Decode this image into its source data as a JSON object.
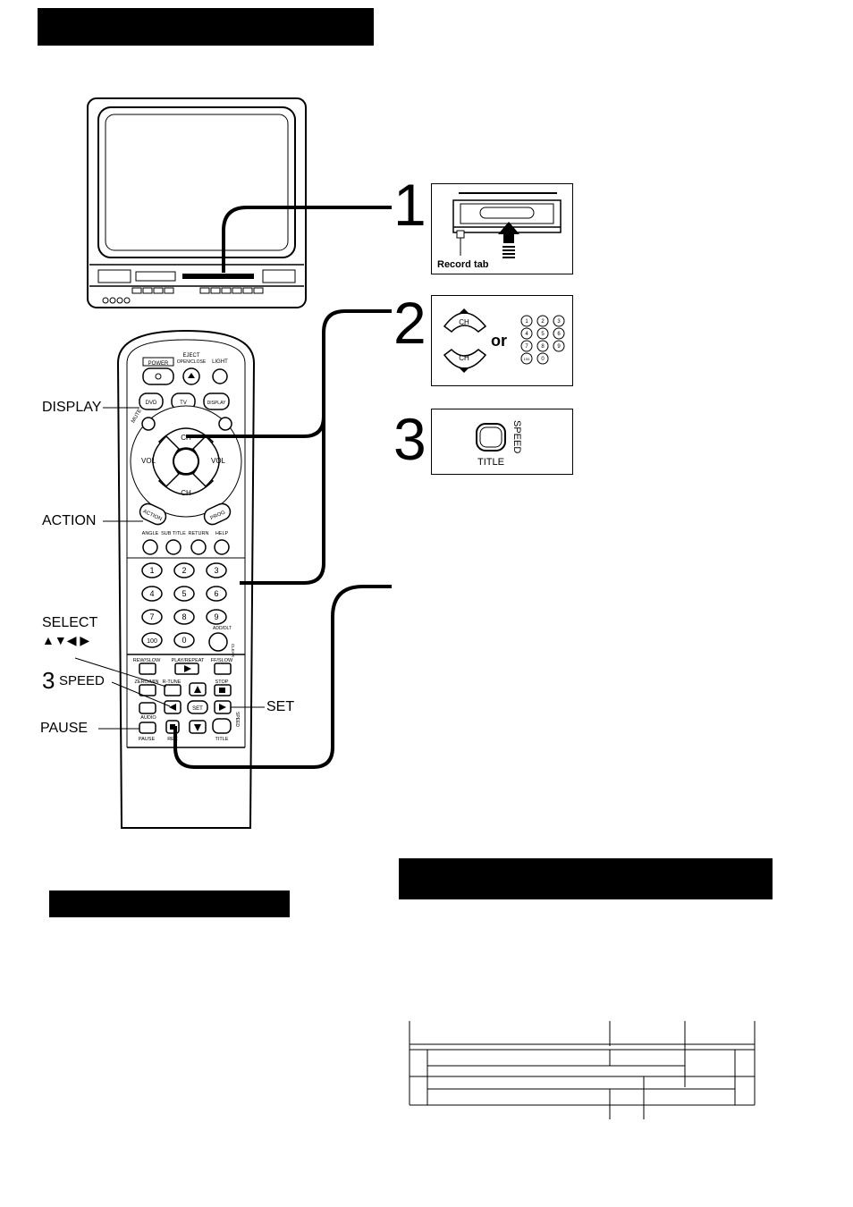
{
  "labels": {
    "display": "DISPLAY",
    "action": "ACTION",
    "select": "SELECT",
    "select_arrows": "▲▼◀ ▶",
    "speed_num": "3",
    "speed": "SPEED",
    "pause": "PAUSE",
    "set": "SET"
  },
  "steps": {
    "step1": {
      "num": "1",
      "record_tab": "Record tab"
    },
    "step2": {
      "num": "2",
      "ch": "CH",
      "or": "or",
      "keypad": [
        "1",
        "2",
        "3",
        "4",
        "5",
        "6",
        "7",
        "8",
        "9",
        "100",
        "0"
      ]
    },
    "step3": {
      "num": "3",
      "title": "TITLE",
      "speed": "SPEED"
    }
  },
  "remote": {
    "power": "POWER",
    "eject": "EJECT",
    "open_close": "OPEN/CLOSE",
    "light": "LIGHT",
    "dvd": "DVD",
    "tv": "TV",
    "display": "DISPLAY",
    "mute": "MUTE",
    "ch": "CH",
    "vol": "VOL",
    "action": "ACTION",
    "prog": "PROG",
    "angle": "ANGLE",
    "subtitle": "SUB TITLE",
    "return": "RETURN",
    "help": "HELP",
    "keys": [
      "1",
      "2",
      "3",
      "4",
      "5",
      "6",
      "7",
      "8",
      "9",
      "100",
      "0"
    ],
    "rew_slow": "REW/SLOW",
    "play_repeat": "PLAY/REPEAT",
    "ff_slow": "FF/SLOW",
    "zero_min": "ZERO/MIN",
    "r_tune": "R-TUNE",
    "stop": "STOP",
    "set": "SET",
    "audio": "AUDIO",
    "pause": "PAUSE",
    "rec": "REC",
    "title": "TITLE",
    "speed": "SPEED",
    "add_dlt": "ADD/DLT",
    "clear": "CLEAR"
  }
}
